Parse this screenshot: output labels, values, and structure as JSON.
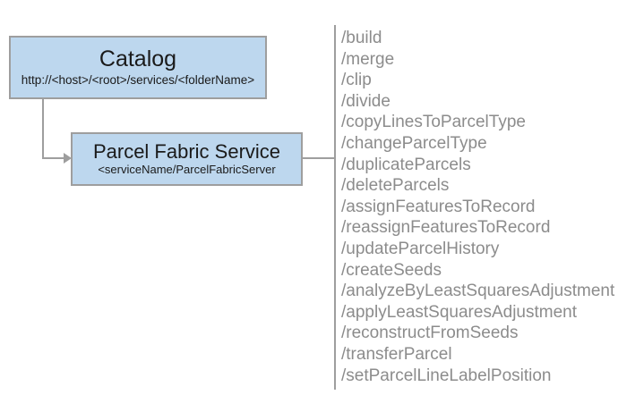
{
  "diagram": {
    "nodes": [
      {
        "name": "catalog",
        "title": "Catalog",
        "subtitle": "http://<host>/<root>/services/<folderName>"
      },
      {
        "name": "parcel-fabric-service",
        "title": "Parcel Fabric Service",
        "subtitle": "<serviceName/ParcelFabricServer"
      }
    ],
    "operations": [
      "/build",
      "/merge",
      "/clip",
      "/divide",
      "/copyLinesToParcelType",
      "/changeParcelType",
      "/duplicateParcels",
      "/deleteParcels",
      "/assignFeaturesToRecord",
      "/reassignFeaturesToRecord",
      "/updateParcelHistory",
      "/createSeeds",
      "/analyzeByLeastSquaresAdjustment",
      "/applyLeastSquaresAdjustment",
      "/reconstructFromSeeds",
      "/transferParcel",
      "/setParcelLineLabelPosition"
    ],
    "colors": {
      "node_fill": "#bdd7ee",
      "node_border": "#9e9e9e",
      "connector": "#9e9e9e",
      "operation_text": "#8c8c8c",
      "node_text": "#1a1a1a",
      "background": "#ffffff"
    }
  }
}
